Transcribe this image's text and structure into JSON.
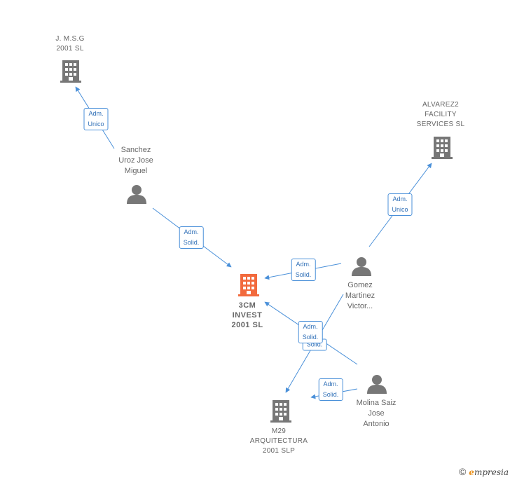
{
  "nodes": {
    "jmsg": {
      "label": "J. M.S.G\n2001  SL"
    },
    "alvarez": {
      "label": "ALVAREZ2\nFACILITY\nSERVICES  SL"
    },
    "sanchez": {
      "label": "Sanchez\nUroz Jose\nMiguel"
    },
    "gomez": {
      "label": "Gomez\nMartinez\nVictor..."
    },
    "main": {
      "label": "3CM\nINVEST\n2001  SL"
    },
    "m29": {
      "label": "M29\nARQUITECTURA\n2001  SLP"
    },
    "molina": {
      "label": "Molina Saiz\nJose\nAntonio"
    }
  },
  "edges": {
    "e1": {
      "label": "Adm.\nUnico"
    },
    "e2": {
      "label": "Adm.\nSolid."
    },
    "e3": {
      "label": "Adm.\nUnico"
    },
    "e4": {
      "label": "Adm.\nSolid."
    },
    "e5": {
      "label": "Adm.\nSolid."
    },
    "e6": {
      "label": "Solid."
    },
    "e7": {
      "label": "Adm.\nSolid."
    }
  },
  "colors": {
    "edge": "#4a90d9",
    "node_icon": "#777777",
    "main_icon": "#f26a3d"
  },
  "footer": {
    "copyright": "©",
    "brand_first": "e",
    "brand_rest": "mpresia"
  }
}
